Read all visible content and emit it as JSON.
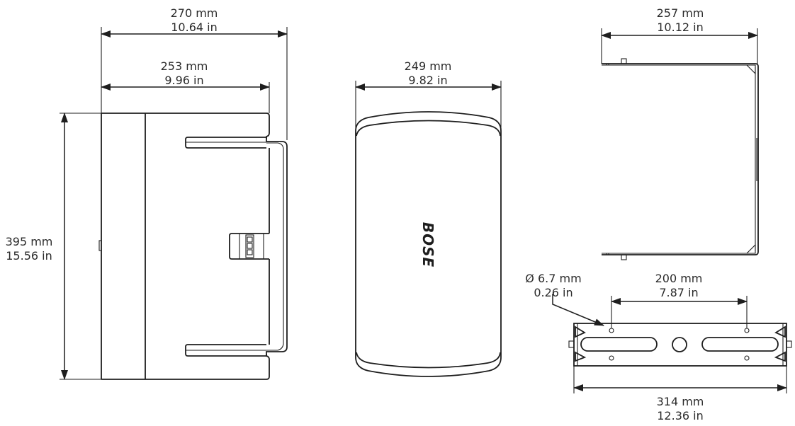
{
  "diagram": {
    "title": "",
    "views": {
      "side_view": {
        "overall_depth": {
          "mm": "270 mm",
          "in": "10.64 in"
        },
        "body_depth": {
          "mm": "253 mm",
          "in": "9.96 in"
        },
        "height": {
          "mm": "395 mm",
          "in": "15.56 in"
        }
      },
      "front_view": {
        "width": {
          "mm": "249 mm",
          "in": "9.82 in"
        },
        "logo": "BOSE"
      },
      "bracket_top_view": {
        "width": {
          "mm": "257 mm",
          "in": "10.12 in"
        }
      },
      "bracket_front_view": {
        "hole_diameter": {
          "mm": "Ø 6.7 mm",
          "in": "0.26 in"
        },
        "hole_spacing": {
          "mm": "200 mm",
          "in": "7.87 in"
        },
        "overall_width": {
          "mm": "314 mm",
          "in": "12.36 in"
        }
      }
    },
    "line_color": "#1e1e1e",
    "text_color": "#2b2b2b"
  }
}
